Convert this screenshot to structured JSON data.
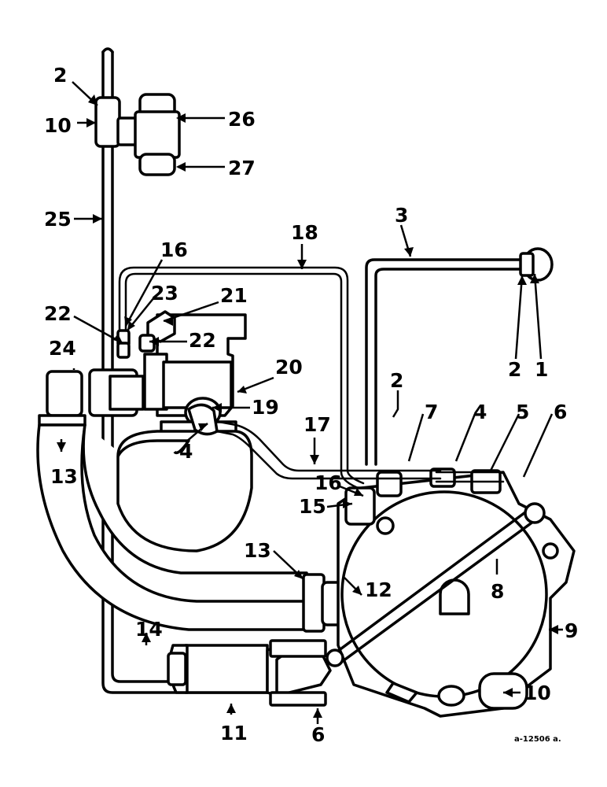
{
  "callouts": [
    {
      "id": "c-2a",
      "text": "2"
    },
    {
      "id": "c-10a",
      "text": "10"
    },
    {
      "id": "c-26",
      "text": "26"
    },
    {
      "id": "c-27",
      "text": "27"
    },
    {
      "id": "c-25",
      "text": "25"
    },
    {
      "id": "c-18",
      "text": "18"
    },
    {
      "id": "c-3",
      "text": "3"
    },
    {
      "id": "c-16a",
      "text": "16"
    },
    {
      "id": "c-23",
      "text": "23"
    },
    {
      "id": "c-21",
      "text": "21"
    },
    {
      "id": "c-22a",
      "text": "22"
    },
    {
      "id": "c-22b",
      "text": "22"
    },
    {
      "id": "c-24",
      "text": "24"
    },
    {
      "id": "c-20",
      "text": "20"
    },
    {
      "id": "c-2b",
      "text": "2"
    },
    {
      "id": "c-1",
      "text": "1"
    },
    {
      "id": "c-2c",
      "text": "2"
    },
    {
      "id": "c-19",
      "text": "19"
    },
    {
      "id": "c-17",
      "text": "17"
    },
    {
      "id": "c-7",
      "text": "7"
    },
    {
      "id": "c-4a",
      "text": "4"
    },
    {
      "id": "c-5",
      "text": "5"
    },
    {
      "id": "c-6a",
      "text": "6"
    },
    {
      "id": "c-13a",
      "text": "13"
    },
    {
      "id": "c-4b",
      "text": "4"
    },
    {
      "id": "c-16b",
      "text": "16"
    },
    {
      "id": "c-15",
      "text": "15"
    },
    {
      "id": "c-13b",
      "text": "13"
    },
    {
      "id": "c-12",
      "text": "12"
    },
    {
      "id": "c-8",
      "text": "8"
    },
    {
      "id": "c-14",
      "text": "14"
    },
    {
      "id": "c-9",
      "text": "9"
    },
    {
      "id": "c-10b",
      "text": "10"
    },
    {
      "id": "c-11",
      "text": "11"
    },
    {
      "id": "c-6b",
      "text": "6"
    }
  ],
  "drawing_code": "a-12506 a."
}
